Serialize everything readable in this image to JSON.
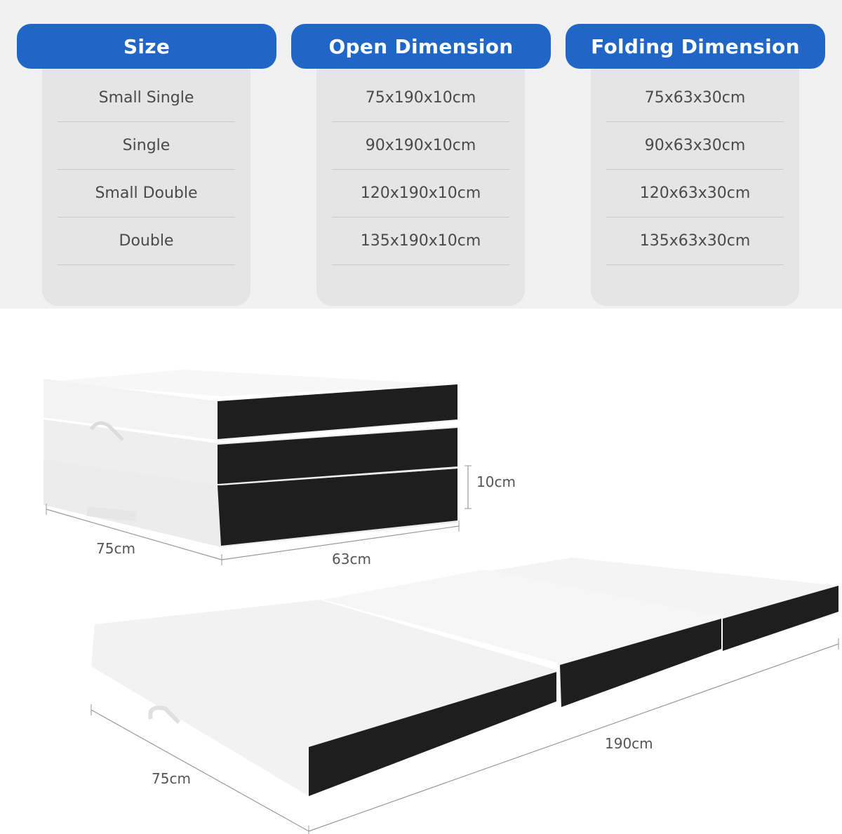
{
  "table": {
    "columns": [
      {
        "header": "Size",
        "rows": [
          "Small Single",
          "Single",
          "Small Double",
          "Double"
        ]
      },
      {
        "header": "Open Dimension",
        "rows": [
          "75x190x10cm",
          "90x190x10cm",
          "120x190x10cm",
          "135x190x10cm"
        ]
      },
      {
        "header": "Folding Dimension",
        "rows": [
          "75x63x30cm",
          "90x63x30cm",
          "120x63x30cm",
          "135x63x30cm"
        ]
      }
    ]
  },
  "folded": {
    "depth_label": "75cm",
    "width_label": "63cm",
    "layer_height_label": "10cm"
  },
  "unfolded": {
    "width_label": "75cm",
    "length_label": "190cm"
  },
  "colors": {
    "header_blue": "#1f66c7",
    "panel_bg": "#e5e5e5",
    "foam_side": "#1e1e1e"
  }
}
